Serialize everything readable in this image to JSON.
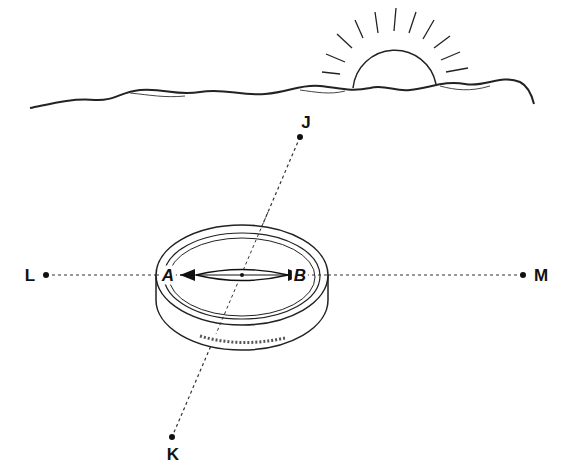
{
  "diagram": {
    "labels": [
      "J",
      "K",
      "L",
      "M",
      "A",
      "B"
    ]
  }
}
